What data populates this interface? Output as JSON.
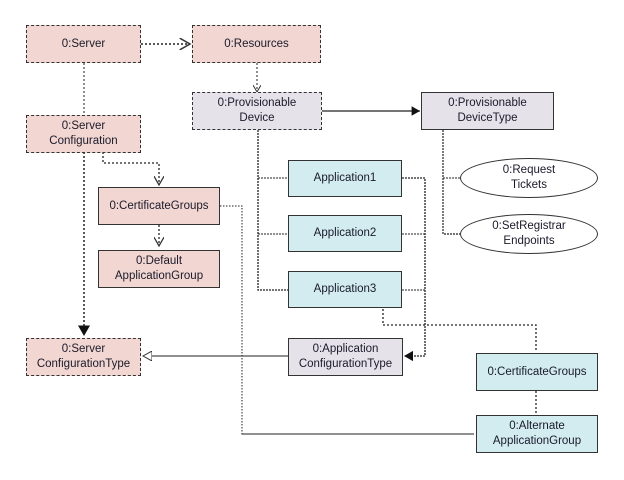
{
  "diagram": {
    "nodes": {
      "server": "0:Server",
      "resources": "0:Resources",
      "server_configuration": "0:Server Configuration",
      "provisionable_device": "0:Provisionable Device",
      "provisionable_device_type": "0:Provisionable DeviceType",
      "request_tickets": "0:Request Tickets",
      "set_registrar_endpoints": "0:SetRegistrar Endpoints",
      "certificate_groups_left": "0:CertificateGroups",
      "default_application_group": "0:Default ApplicationGroup",
      "application1": "Application1",
      "application2": "Application2",
      "application3": "Application3",
      "server_configuration_type": "0:Server ConfigurationType",
      "application_configuration_type": "0:Application ConfigurationType",
      "certificate_groups_right": "0:CertificateGroups",
      "alternate_application_group": "0:Alternate ApplicationGroup"
    },
    "colors": {
      "server_group": "#f2d6d2",
      "device_group": "#e6e2ea",
      "application_group": "#d2ecf0"
    }
  }
}
